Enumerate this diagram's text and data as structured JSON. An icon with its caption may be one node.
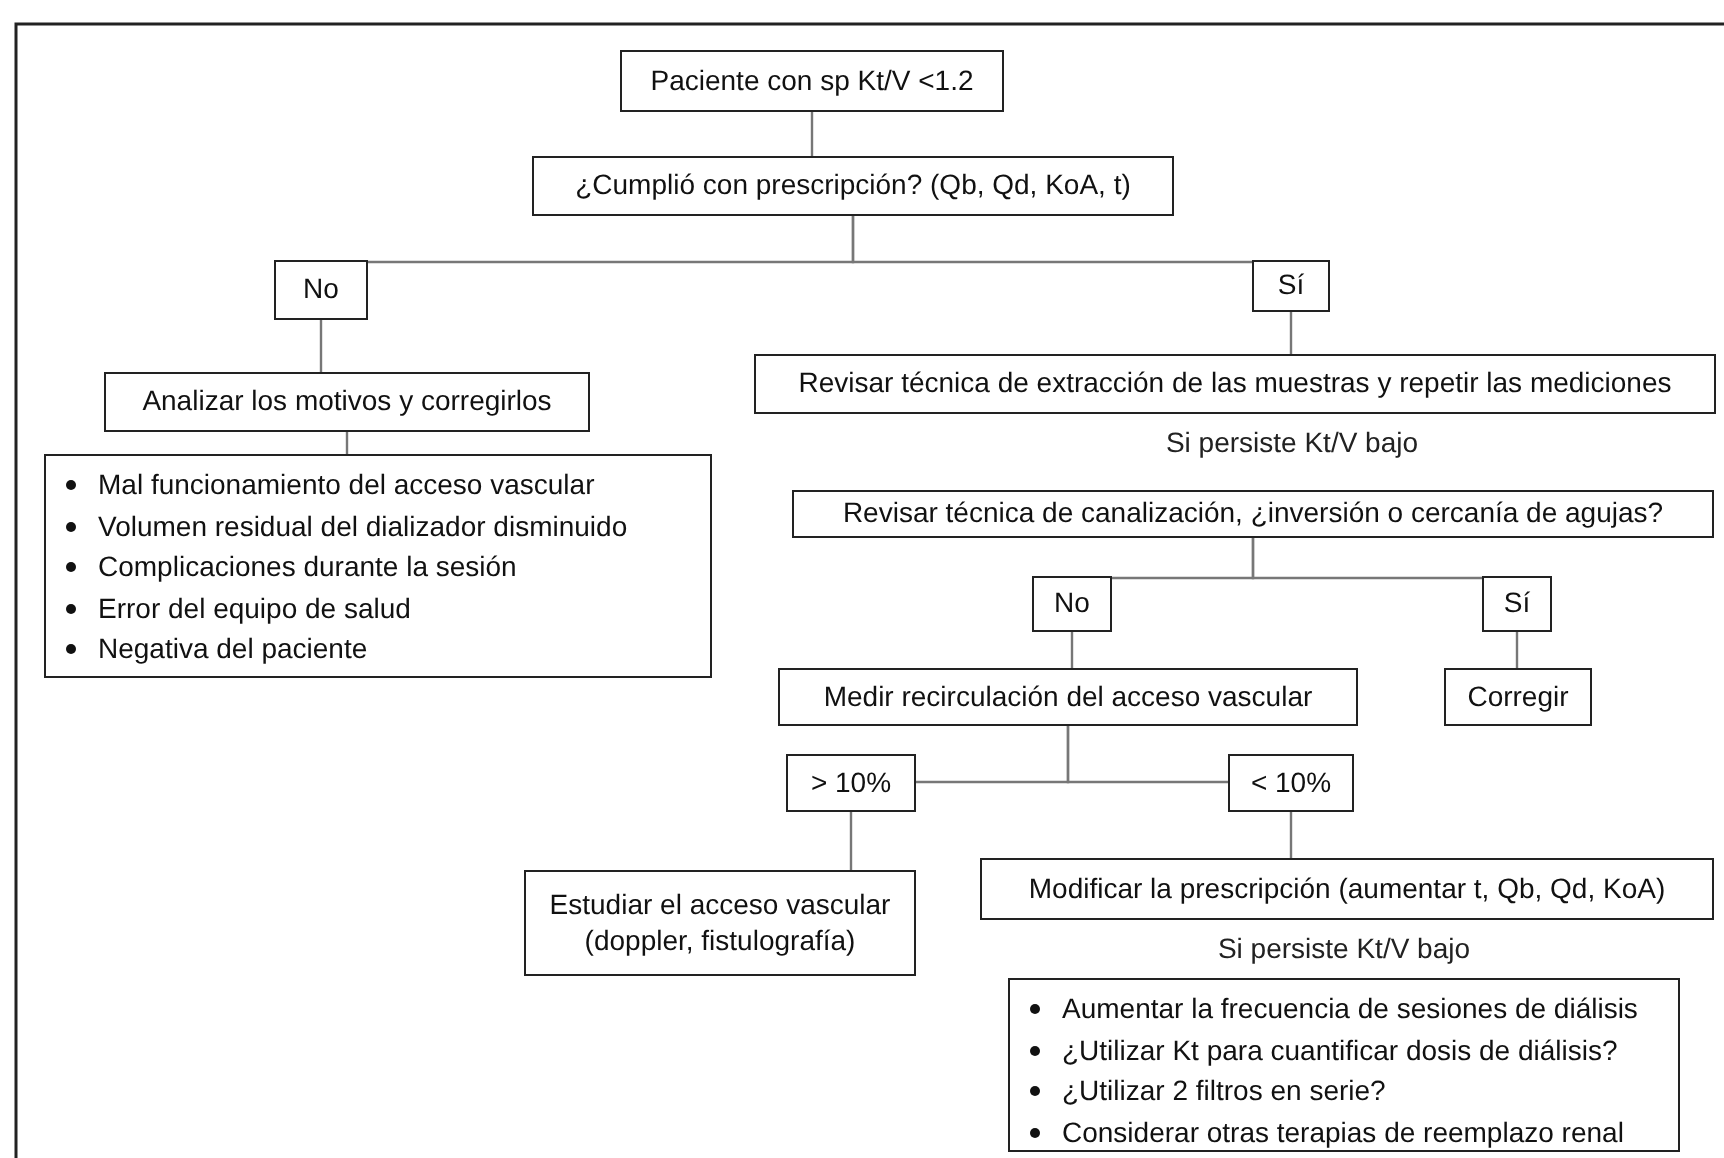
{
  "diagram": {
    "nodes": [
      {
        "text": [
          "Paciente con sp Kt/V <1.2"
        ]
      },
      {
        "text": [
          "¿Cumplió con prescripción? (Qb, Qd, KoA, t)"
        ]
      },
      {
        "text": [
          "No"
        ]
      },
      {
        "text": [
          "Sí"
        ]
      },
      {
        "text": [
          "Analizar los motivos y corregirlos"
        ]
      },
      {
        "text": [
          "Mal funcionamiento del acceso vascular",
          "Volumen residual del dializador disminuido",
          "Complicaciones durante la sesión",
          "Error del equipo de salud",
          "Negativa del paciente"
        ]
      },
      {
        "text": [
          "Revisar técnica de extracción de las muestras y repetir las mediciones"
        ]
      },
      {
        "text": [
          "Revisar técnica de canalización, ¿inversión o cercanía de agujas?"
        ]
      },
      {
        "text": [
          "No"
        ]
      },
      {
        "text": [
          "Sí"
        ]
      },
      {
        "text": [
          "Medir recirculación del acceso vascular"
        ]
      },
      {
        "text": [
          "Corregir"
        ]
      },
      {
        "text": [
          "> 10%"
        ]
      },
      {
        "text": [
          "< 10%"
        ]
      },
      {
        "text": [
          "Estudiar el acceso vascular (doppler, fistulografía)"
        ]
      },
      {
        "text": [
          "Modificar la prescripción (aumentar t, Qb, Qd, KoA)"
        ]
      },
      {
        "text": [
          "Aumentar la frecuencia de sesiones de diálisis",
          "¿Utilizar Kt para cuantificar dosis de diálisis?",
          "¿Utilizar 2 filtros en serie?",
          "Considerar otras terapias de reemplazo renal"
        ]
      }
    ],
    "edges": [
      {
        "from": 0,
        "to": 1,
        "arrow": "none"
      },
      {
        "from": 1,
        "to": 2,
        "arrow": "none"
      },
      {
        "from": 1,
        "to": 3,
        "arrow": "none"
      },
      {
        "from": 2,
        "to": 4,
        "arrow": "none"
      },
      {
        "from": 4,
        "to": 5,
        "arrow": "none"
      },
      {
        "from": 3,
        "to": 6,
        "arrow": "none"
      },
      {
        "from": 7,
        "to": 8,
        "arrow": "none"
      },
      {
        "from": 7,
        "to": 9,
        "arrow": "none"
      },
      {
        "from": 8,
        "to": 10,
        "arrow": "none"
      },
      {
        "from": 9,
        "to": 11,
        "arrow": "none"
      },
      {
        "from": 10,
        "to": 12,
        "arrow": "none"
      },
      {
        "from": 10,
        "to": 13,
        "arrow": "none"
      },
      {
        "from": 12,
        "to": 14,
        "arrow": "none"
      },
      {
        "from": 13,
        "to": 15,
        "arrow": "none"
      }
    ],
    "labels": [
      "Si persiste Kt/V bajo",
      "Si persiste Kt/V bajo"
    ]
  }
}
